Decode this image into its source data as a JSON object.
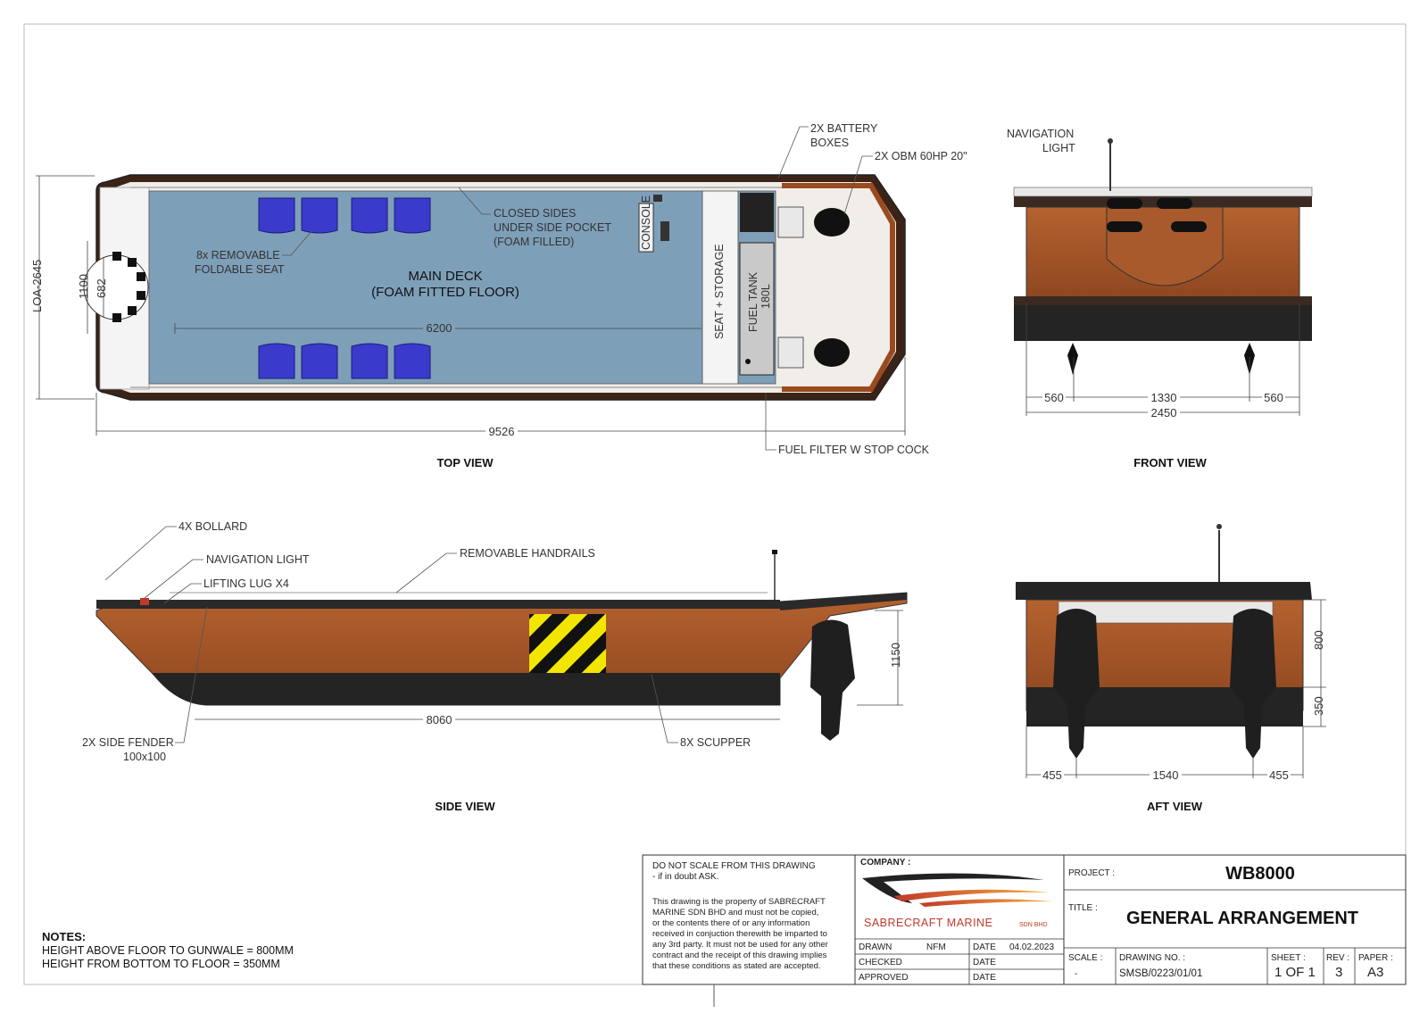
{
  "top_view": {
    "title": "TOP VIEW",
    "labels": {
      "battery": [
        "2X BATTERY",
        "BOXES"
      ],
      "obm": "2X OBM 60HP 20\"",
      "closed_sides": [
        "CLOSED SIDES",
        "UNDER SIDE POCKET",
        "(FOAM FILLED)"
      ],
      "seats": [
        "8x REMOVABLE",
        "FOLDABLE SEAT"
      ],
      "main_deck": [
        "MAIN DECK",
        "(FOAM FITTED FLOOR)"
      ],
      "console": "CONSOLE",
      "seat_storage": "SEAT + STORAGE",
      "fuel_tank": [
        "FUEL TANK",
        "180L"
      ],
      "fuel_filter": "FUEL FILTER W STOP COCK"
    },
    "dims": {
      "loa": "LOA-2645",
      "d1100": "1100",
      "d682": "682",
      "d6200": "6200",
      "d9526": "9526"
    }
  },
  "front_view": {
    "title": "FRONT VIEW",
    "labels": {
      "nav_light": [
        "NAVIGATION",
        "LIGHT"
      ]
    },
    "dims": {
      "d560a": "560",
      "d1330": "1330",
      "d560b": "560",
      "d2450": "2450"
    }
  },
  "side_view": {
    "title": "SIDE VIEW",
    "labels": {
      "bollard": "4X BOLLARD",
      "nav_light": "NAVIGATION LIGHT",
      "lifting_lug": "LIFTING LUG X4",
      "handrails": "REMOVABLE HANDRAILS",
      "fender": [
        "2X SIDE FENDER",
        "100x100"
      ],
      "scupper": "8X SCUPPER"
    },
    "dims": {
      "d8060": "8060",
      "d1150": "1150"
    }
  },
  "aft_view": {
    "title": "AFT VIEW",
    "dims": {
      "d800": "800",
      "d350": "350",
      "d455a": "455",
      "d1540": "1540",
      "d455b": "455"
    }
  },
  "notes": {
    "heading": "NOTES:",
    "lines": [
      "HEIGHT ABOVE FLOOR TO GUNWALE = 800MM",
      "HEIGHT FROM BOTTOM TO FLOOR = 350MM"
    ]
  },
  "title_block": {
    "disclaimer_1": [
      "DO NOT SCALE FROM THIS DRAWING",
      " - if in doubt ASK."
    ],
    "disclaimer_2": [
      "This drawing is the property of SABRECRAFT",
      "MARINE SDN BHD and must not be copied,",
      "or the contents there of or any information",
      "received in conjuction therewith be imparted to",
      "any 3rd party. It must not be used for any other",
      "contract and the receipt of this drawing implies",
      "that these conditions as stated are accepted."
    ],
    "company_label": "COMPANY :",
    "company_name": "SABRECRAFT MARINE",
    "company_suffix": "SDN BHD",
    "drawn_label": "DRAWN",
    "drawn_value": "NFM",
    "checked_label": "CHECKED",
    "approved_label": "APPROVED",
    "date_label": "DATE",
    "date_value": "04.02.2023",
    "project_label": "PROJECT :",
    "project_value": "WB8000",
    "title_label": "TITLE :",
    "title_value": "GENERAL ARRANGEMENT",
    "scale_label": "SCALE :",
    "scale_value": "-",
    "drawing_no_label": "DRAWING NO. :",
    "drawing_no_value": "SMSB/0223/01/01",
    "sheet_label": "SHEET :",
    "sheet_value": "1 OF 1",
    "rev_label": "REV :",
    "rev_value": "3",
    "paper_label": "PAPER :",
    "paper_value": "A3"
  },
  "colors": {
    "hull": "#a0522d",
    "hull_dark": "#2a2a2a",
    "deck": "#7e9fb8",
    "seat": "#3a3acb",
    "hazard": "#f2e600"
  }
}
